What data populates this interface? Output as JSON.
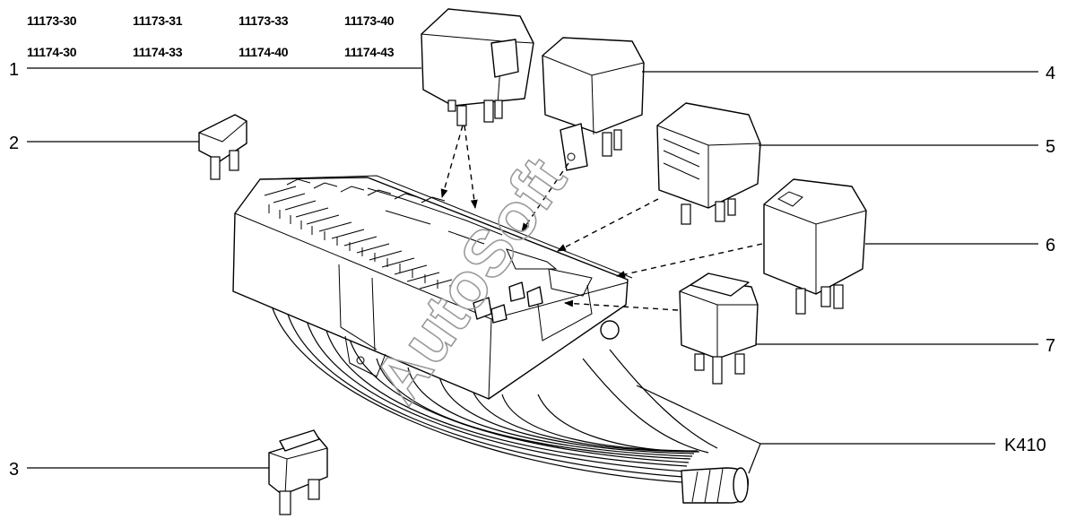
{
  "part_codes": {
    "row1": [
      "11173-30",
      "11173-31",
      "11173-33",
      "11173-40"
    ],
    "row2": [
      "11174-30",
      "11174-33",
      "11174-40",
      "11174-43"
    ]
  },
  "callouts": {
    "item1": "1",
    "item2": "2",
    "item3": "3",
    "item4": "4",
    "item5": "5",
    "item6": "6",
    "item7": "7",
    "harness": "K410"
  },
  "watermark": "AutoSoft"
}
